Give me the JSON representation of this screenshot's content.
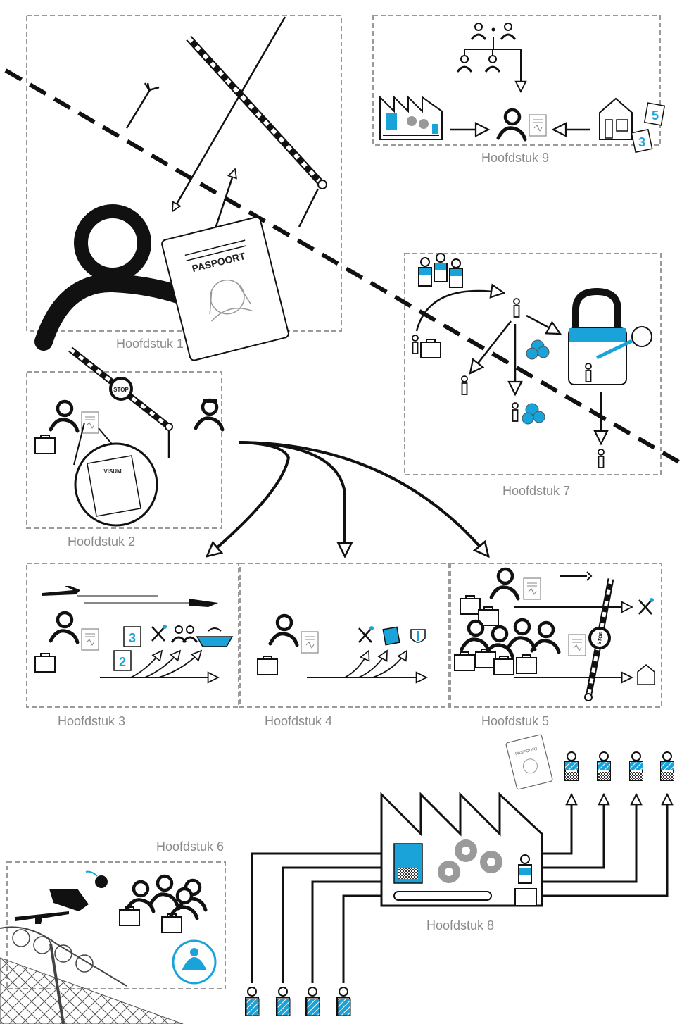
{
  "chapters": {
    "ch1": "Hoofdstuk 1",
    "ch2": "Hoofdstuk 2",
    "ch3": "Hoofdstuk 3",
    "ch4": "Hoofdstuk 4",
    "ch5": "Hoofdstuk 5",
    "ch6": "Hoofdstuk 6",
    "ch7": "Hoofdstuk 7",
    "ch8": "Hoofdstuk 8",
    "ch9": "Hoofdstuk 9"
  },
  "labels": {
    "passport": "PASPOORT",
    "visa": "VISUM",
    "stop": "STOP"
  },
  "calendar_numbers": {
    "ch9_a": "5",
    "ch9_b": "3",
    "ch3_a": "3",
    "ch3_b": "2"
  },
  "colors": {
    "accent_blue": "#1aa3d9",
    "line_black": "#111111",
    "dash_gray": "#9a9a9a",
    "caption_gray": "#8a8a8a",
    "gear_gray": "#9a9a9a"
  },
  "icons": [
    "person-icon",
    "passport-icon",
    "visa-icon",
    "briefcase-icon",
    "barrier-icon",
    "factory-icon",
    "house-icon",
    "calendar-icon",
    "padlock-icon",
    "key-icon",
    "airplane-icon",
    "boat-icon",
    "tools-icon",
    "medical-icon",
    "unhcr-logo-icon",
    "rifle-icon",
    "bomb-icon",
    "barbed-wire-fence-icon",
    "gear-icon"
  ]
}
